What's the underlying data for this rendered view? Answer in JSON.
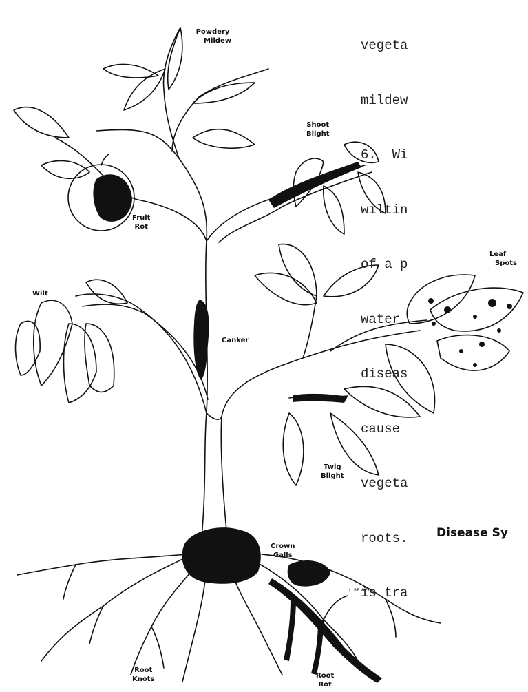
{
  "body_text_lines": [
    "vegeta",
    "mildew",
    "6.  Wi",
    "wiltin",
    "of a p",
    "water",
    "diseas",
    "cause",
    "vegeta",
    "roots.",
    "is tra"
  ],
  "labels": {
    "powdery_mildew": [
      "Powdery",
      "Mildew"
    ],
    "shoot_blight": [
      "Shoot",
      "Blight"
    ],
    "fruit_rot": [
      "Fruit",
      "Rot"
    ],
    "leaf_spots": [
      "Leaf",
      "Spots"
    ],
    "wilt": "Wilt",
    "canker": "Canker",
    "twig_blight": [
      "Twig",
      "Blight"
    ],
    "crown_galls": [
      "Crown",
      "Galls"
    ],
    "root_knots": [
      "Root",
      "Knots"
    ],
    "root_rot": [
      "Root",
      "Rot"
    ]
  },
  "caption": "Disease Sy",
  "artist_signature": "L. RE WEY"
}
